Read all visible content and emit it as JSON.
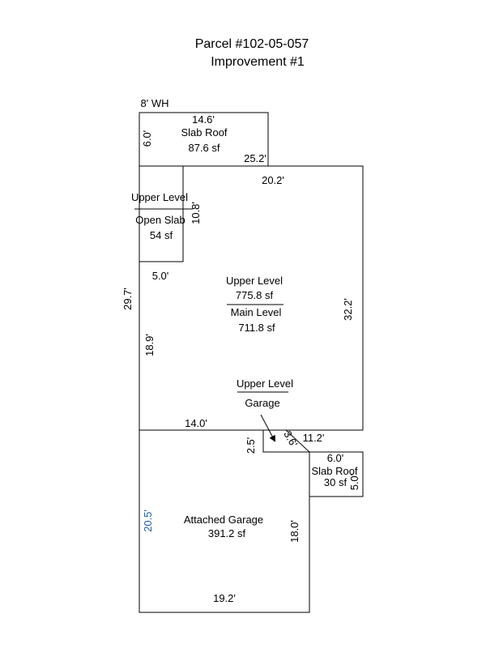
{
  "header": {
    "parcel": "Parcel #102-05-057",
    "improvement": "Improvement #1"
  },
  "colors": {
    "line": "#000000",
    "blue_dimension": "#1f5fa0"
  },
  "areas": {
    "slab_roof_top": {
      "name": "Slab Roof",
      "area": "87.6 sf"
    },
    "open_slab": {
      "upper": "Upper Level",
      "name": "Open Slab",
      "area": "54 sf"
    },
    "main": {
      "upper": "Upper Level",
      "upper_area": "775.8 sf",
      "name": "Main Level",
      "area": "711.8 sf"
    },
    "garage_upper": {
      "upper": "Upper Level",
      "name": "Garage"
    },
    "slab_roof_right": {
      "name": "Slab Roof",
      "area": "30 sf"
    },
    "attached_garage": {
      "name": "Attached Garage",
      "area": "391.2 sf"
    }
  },
  "dimensions": {
    "wall_height": "8' WH",
    "d_14_6": "14.6'",
    "d_6_0_left": "6.0'",
    "d_25_2": "25.2'",
    "d_20_2": "20.2'",
    "d_10_8": "10.8'",
    "d_5_0_left": "5.0'",
    "d_29_7": "29.7'",
    "d_32_2": "32.2'",
    "d_18_9": "18.9'",
    "d_14_0": "14.0'",
    "d_2_5": "2.5'",
    "d_3_6": "3.6'",
    "d_11_2": "11.2'",
    "d_6_0_right": "6.0'",
    "d_5_0_right": "5.0'",
    "d_20_5": "20.5'",
    "d_18_0": "18.0'",
    "d_19_2": "19.2'"
  }
}
